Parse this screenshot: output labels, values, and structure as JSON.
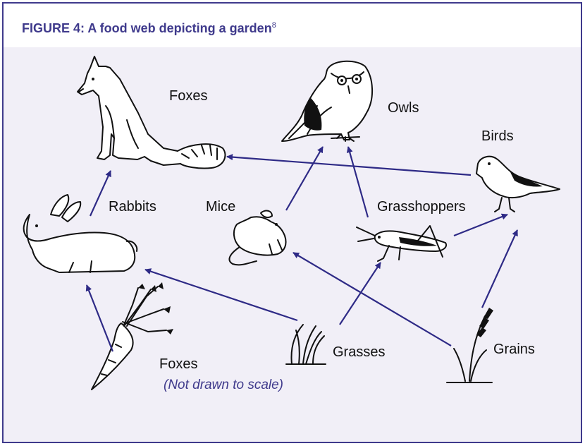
{
  "figure": {
    "title": "FIGURE 4: A food web depicting a garden",
    "footnote": "8",
    "caption": "(Not drawn to scale)"
  },
  "organisms": {
    "foxes": "Foxes",
    "owls": "Owls",
    "birds": "Birds",
    "rabbits": "Rabbits",
    "mice": "Mice",
    "grasshoppers": "Grasshoppers",
    "carrots": "Foxes",
    "grasses": "Grasses",
    "grains": "Grains"
  },
  "links": [
    [
      "rabbits",
      "foxes"
    ],
    [
      "birds",
      "foxes"
    ],
    [
      "mice",
      "owls"
    ],
    [
      "grasshoppers",
      "owls"
    ],
    [
      "grasshoppers",
      "birds"
    ],
    [
      "grasses",
      "rabbits"
    ],
    [
      "grasses",
      "grasshoppers"
    ],
    [
      "grains",
      "mice"
    ],
    [
      "grains",
      "birds"
    ],
    [
      "carrots",
      "rabbits"
    ]
  ],
  "colors": {
    "accent": "#3f3a8c",
    "arrow": "#2e2a86",
    "panel_background": "#f1eff7"
  }
}
